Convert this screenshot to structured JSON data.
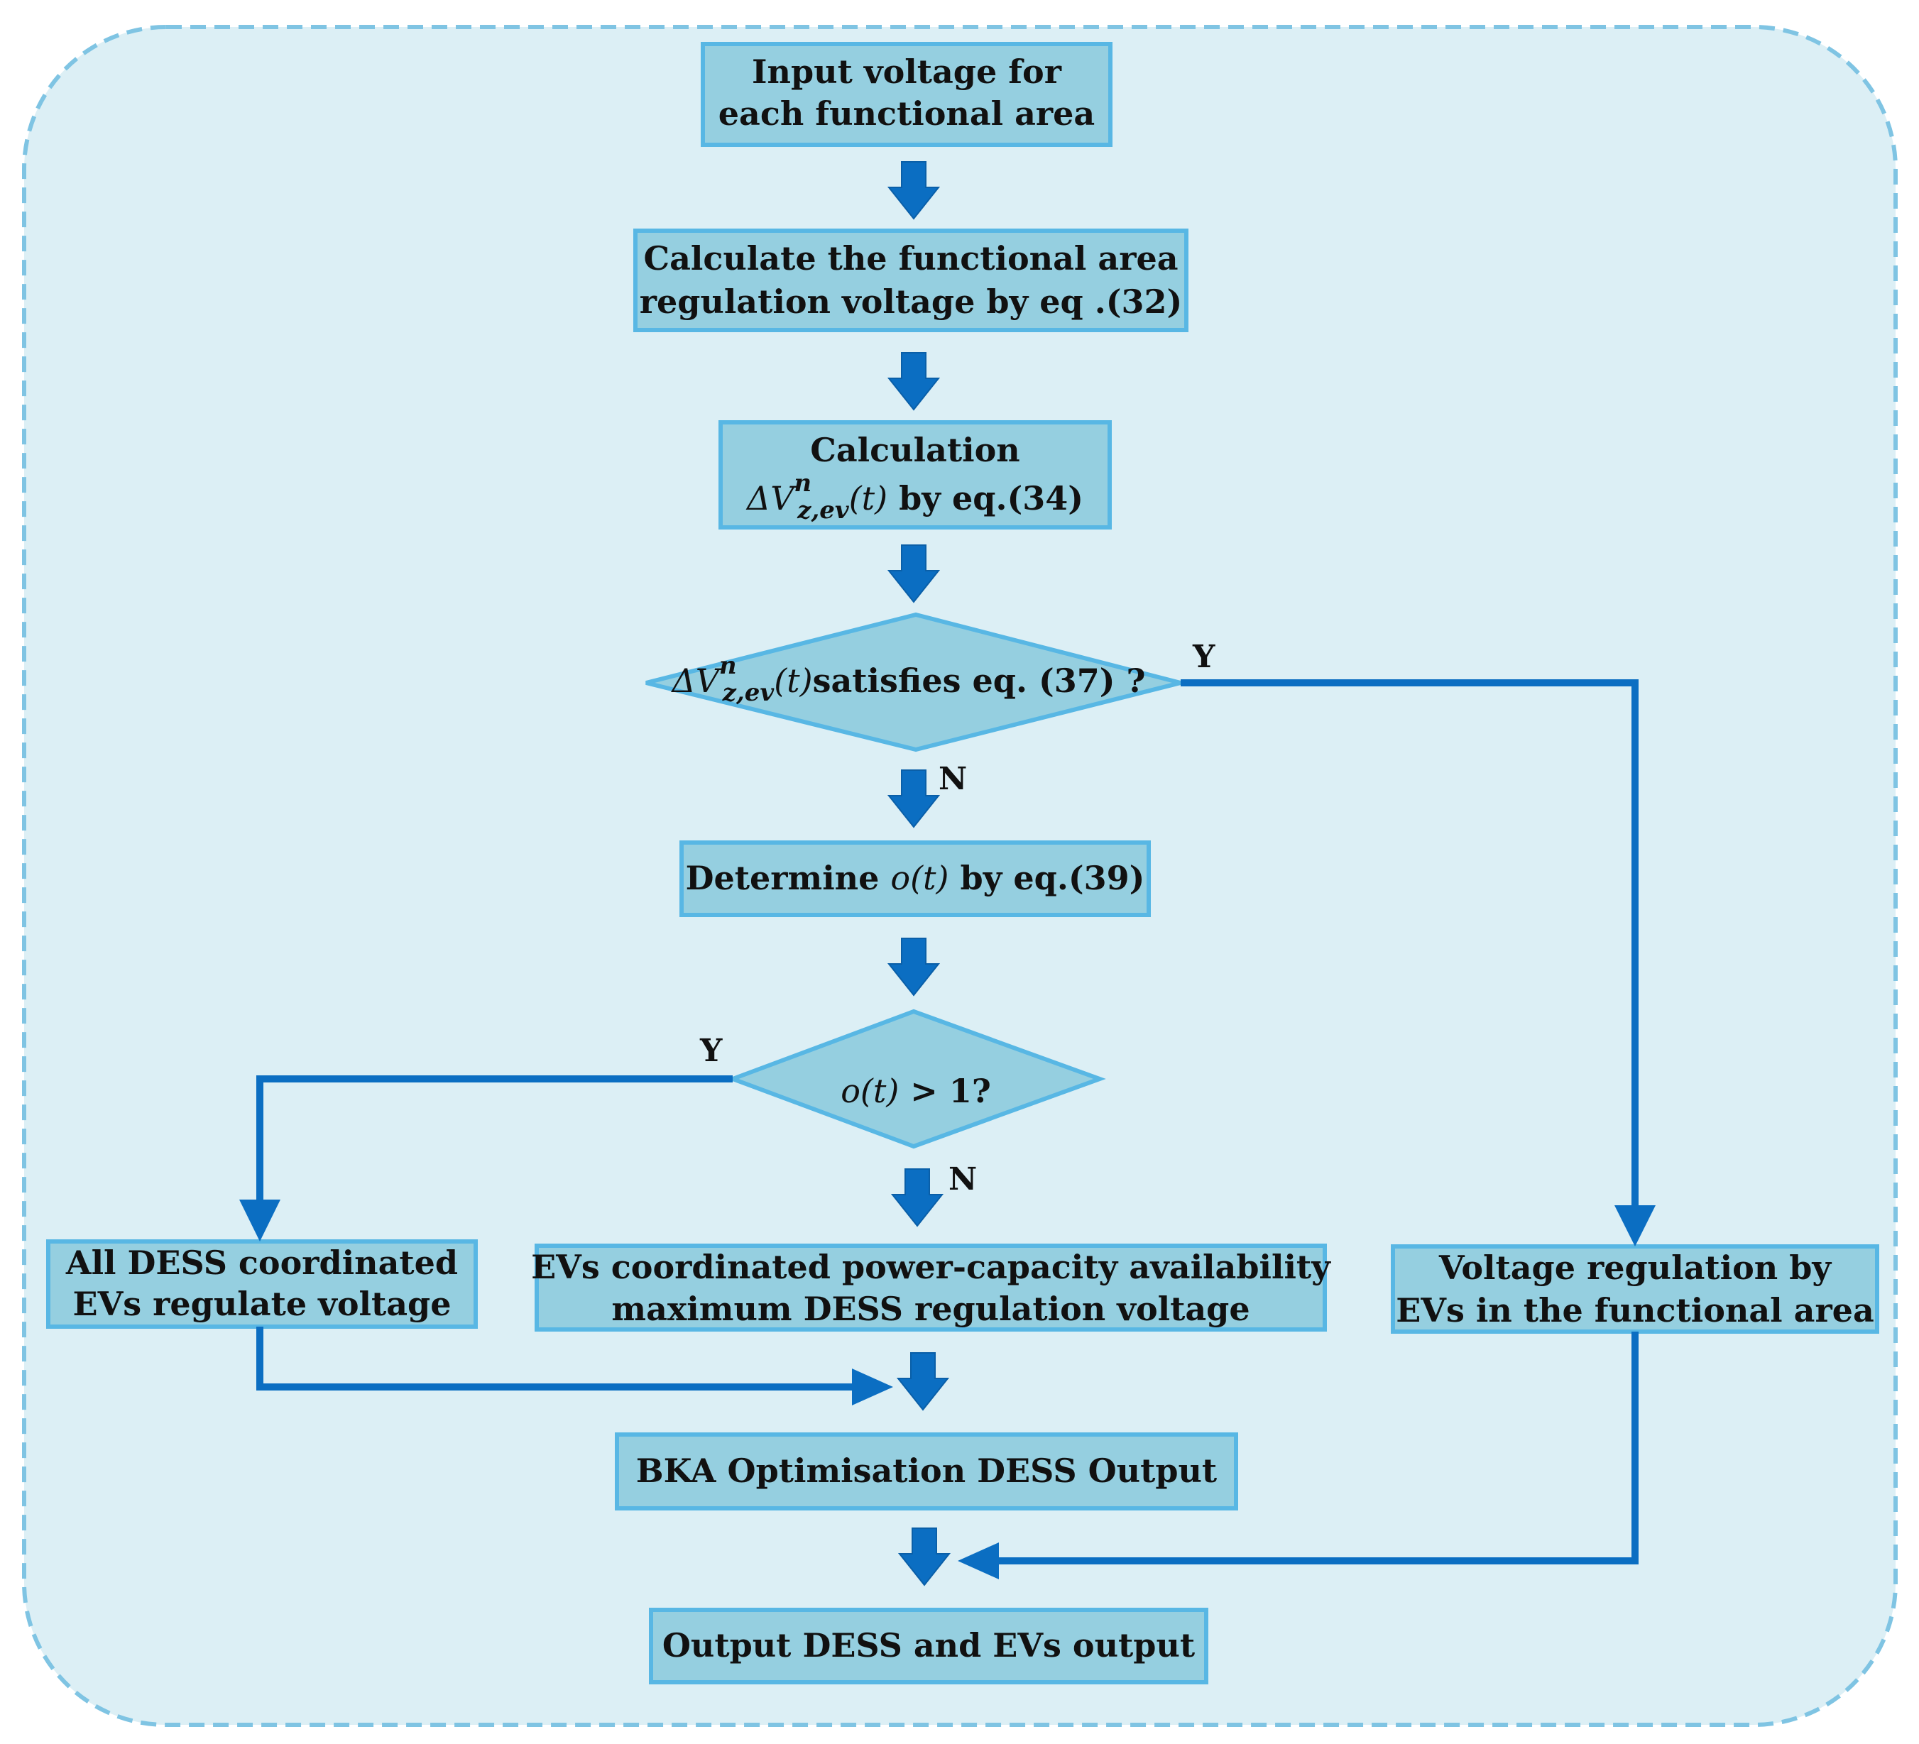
{
  "colors": {
    "background_panel": "#dceff5",
    "panel_border": "#7fc4e3",
    "box_fill": "#95cfe0",
    "box_border": "#58b7e4",
    "arrow_blue": "#0b6ec2",
    "text": "#111111"
  },
  "nodes": {
    "input": {
      "line1": "Input voltage for",
      "line2": "each functional area"
    },
    "calc_regulation": {
      "line1": "Calculate the functional area",
      "line2": "regulation voltage by eq .(32)"
    },
    "calc_delta": {
      "line1": "Calculation",
      "line2_math": "ΔV",
      "line2_sup": "n",
      "line2_sub": "z,ev",
      "line2_arg": "(t)",
      "line2_rest": " by eq.(34)"
    },
    "decision_delta": {
      "math": "ΔV",
      "sup": "n",
      "sub": "z,ev",
      "arg": "(t)",
      "rest": "satisfies eq. (37)  ?"
    },
    "determine": {
      "prefix": "Determine ",
      "math": "o(t)",
      "suffix": " by eq.(39)"
    },
    "decision_o": {
      "math": "o(t)",
      "rest": " > 1?"
    },
    "all_dess": {
      "line1": "All DESS coordinated",
      "line2": "EVs regulate voltage"
    },
    "evs_coordinated": {
      "line1": "EVs coordinated power-capacity availability",
      "line2": "maximum DESS regulation voltage"
    },
    "voltage_regulation": {
      "line1": "Voltage regulation by",
      "line2": "EVs in the functional area"
    },
    "bka": {
      "label": "BKA Optimisation DESS Output"
    },
    "output": {
      "label": "Output DESS and EVs output"
    }
  },
  "edge_labels": {
    "decision1_yes": "Y",
    "decision1_no": "N",
    "decision2_yes": "Y",
    "decision2_no": "N"
  }
}
